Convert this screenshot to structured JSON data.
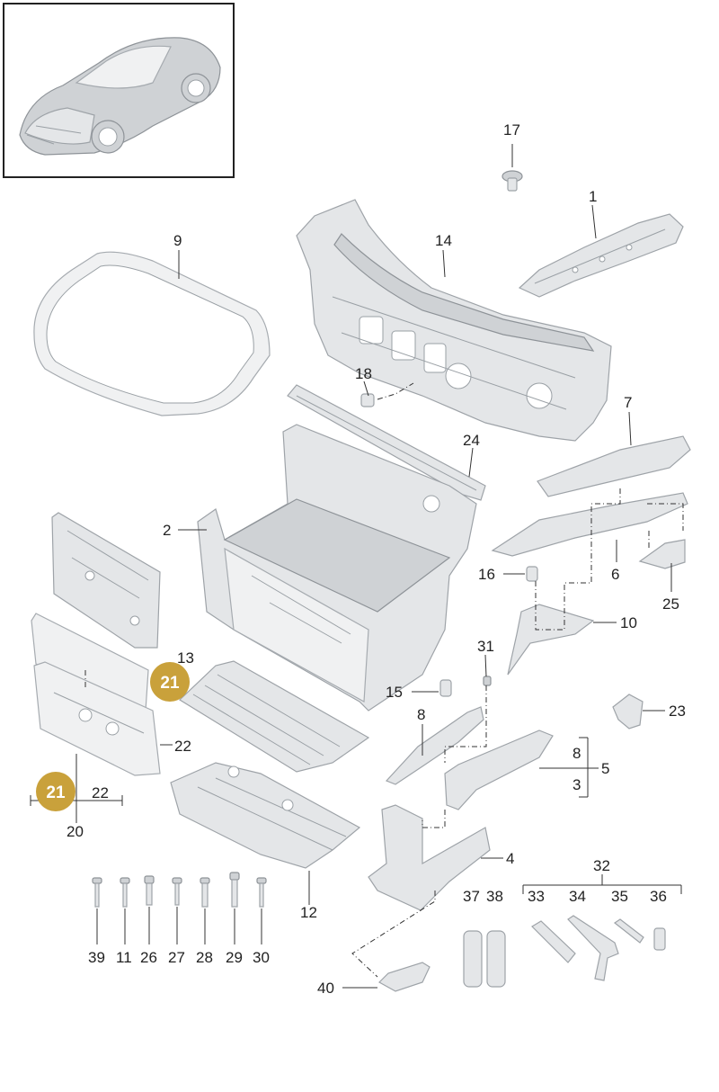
{
  "callouts": [
    {
      "id": "c1",
      "text": "1"
    },
    {
      "id": "c2",
      "text": "2"
    },
    {
      "id": "c3",
      "text": "3"
    },
    {
      "id": "c4",
      "text": "4"
    },
    {
      "id": "c5",
      "text": "5"
    },
    {
      "id": "c6",
      "text": "6"
    },
    {
      "id": "c7",
      "text": "7"
    },
    {
      "id": "c8a",
      "text": "8"
    },
    {
      "id": "c8b",
      "text": "8"
    },
    {
      "id": "c9",
      "text": "9"
    },
    {
      "id": "c10",
      "text": "10"
    },
    {
      "id": "c11",
      "text": "11"
    },
    {
      "id": "c12",
      "text": "12"
    },
    {
      "id": "c13",
      "text": "13"
    },
    {
      "id": "c14",
      "text": "14"
    },
    {
      "id": "c15",
      "text": "15"
    },
    {
      "id": "c16",
      "text": "16"
    },
    {
      "id": "c17",
      "text": "17"
    },
    {
      "id": "c18",
      "text": "18"
    },
    {
      "id": "c20",
      "text": "20"
    },
    {
      "id": "c22a",
      "text": "22"
    },
    {
      "id": "c22b",
      "text": "22"
    },
    {
      "id": "c23",
      "text": "23"
    },
    {
      "id": "c24",
      "text": "24"
    },
    {
      "id": "c25",
      "text": "25"
    },
    {
      "id": "c26",
      "text": "26"
    },
    {
      "id": "c27",
      "text": "27"
    },
    {
      "id": "c28",
      "text": "28"
    },
    {
      "id": "c29",
      "text": "29"
    },
    {
      "id": "c30",
      "text": "30"
    },
    {
      "id": "c31",
      "text": "31"
    },
    {
      "id": "c32",
      "text": "32"
    },
    {
      "id": "c33",
      "text": "33"
    },
    {
      "id": "c34",
      "text": "34"
    },
    {
      "id": "c35",
      "text": "35"
    },
    {
      "id": "c36",
      "text": "36"
    },
    {
      "id": "c37",
      "text": "37"
    },
    {
      "id": "c38",
      "text": "38"
    },
    {
      "id": "c39",
      "text": "39"
    },
    {
      "id": "c40",
      "text": "40"
    }
  ],
  "badges": [
    {
      "id": "b21a",
      "text": "21"
    },
    {
      "id": "b21b",
      "text": "21"
    }
  ],
  "colors": {
    "badge": "#c9a13b",
    "part": "#e4e6e8",
    "line": "#333333"
  },
  "thumbnail": {
    "icon": "car-thumbnail-icon"
  }
}
